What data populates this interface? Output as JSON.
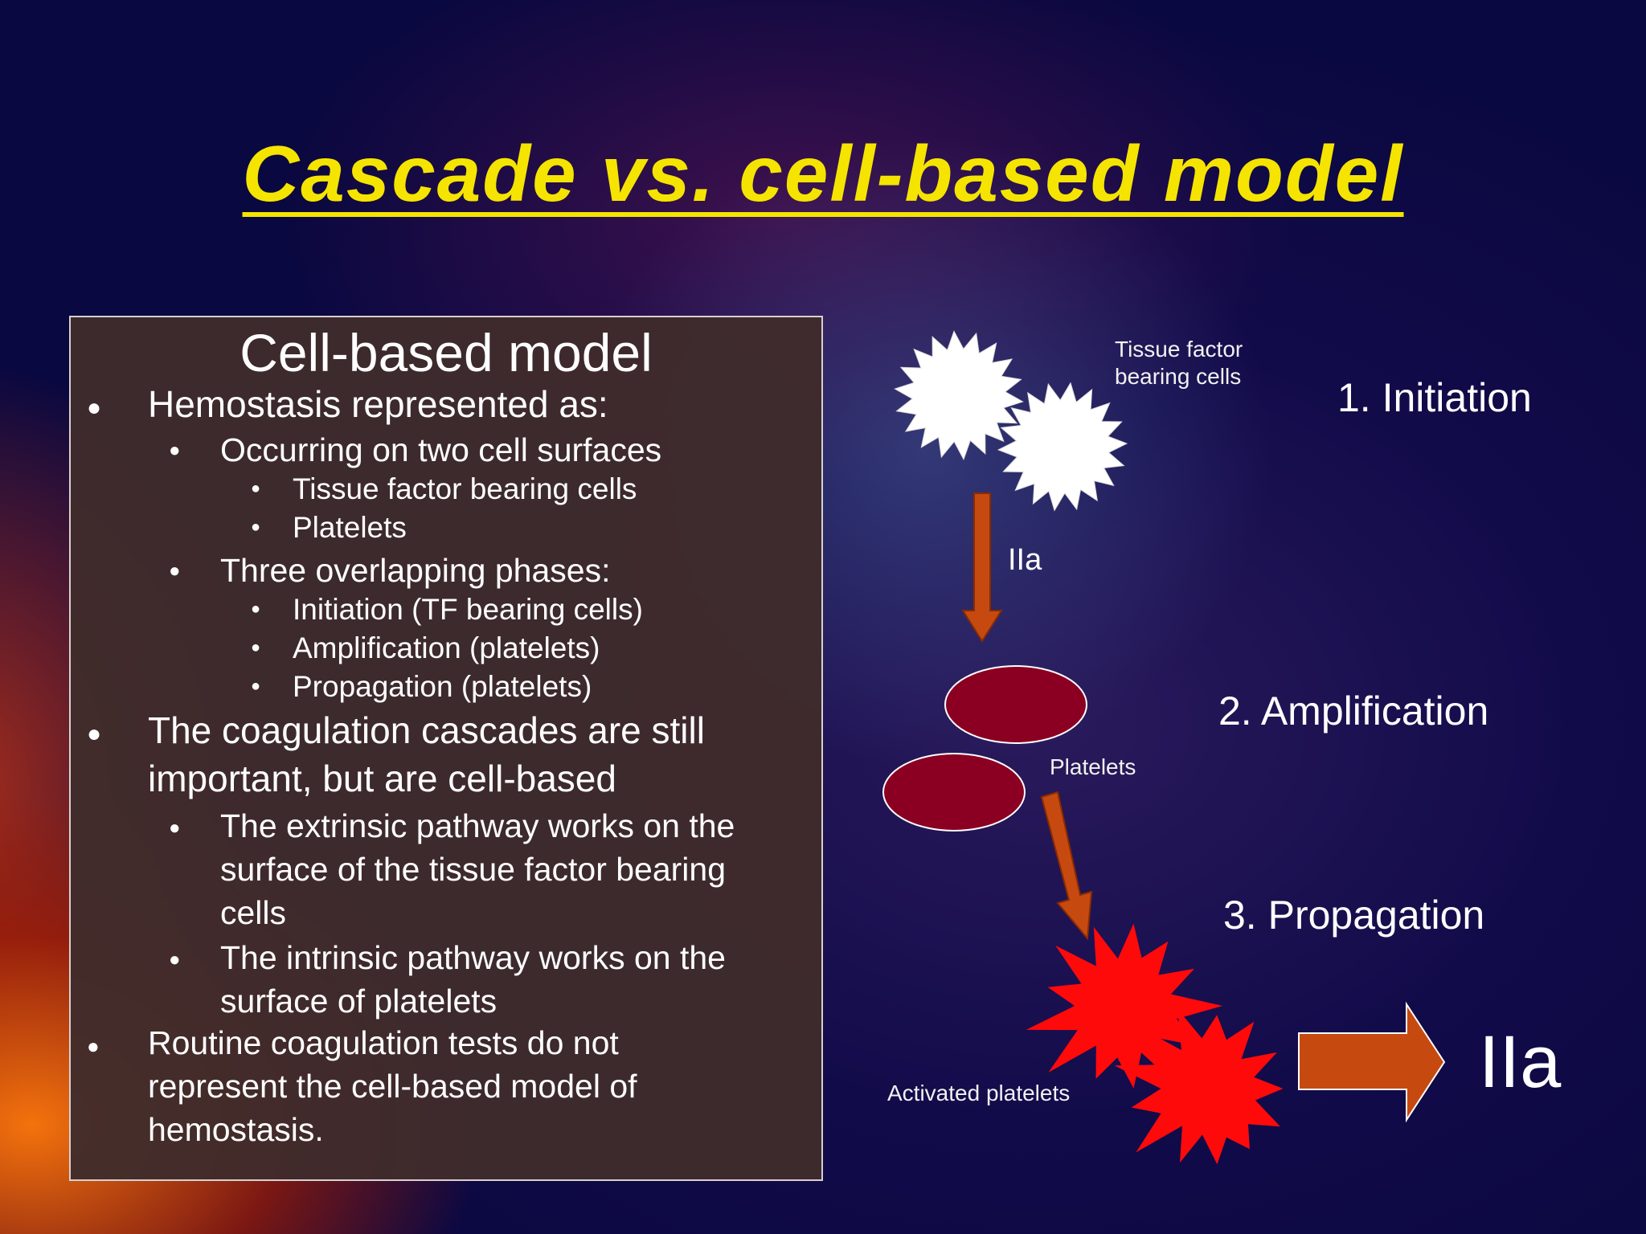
{
  "slide": {
    "title": "Cascade vs. cell-based model"
  },
  "textbox": {
    "heading": "Cell-based model",
    "items": [
      {
        "text": "Hemostasis represented as:"
      },
      {
        "text": "Occurring on two cell surfaces"
      },
      {
        "text": "Tissue factor bearing cells"
      },
      {
        "text": "Platelets"
      },
      {
        "text": "Three overlapping phases:"
      },
      {
        "text": "Initiation (TF bearing cells)"
      },
      {
        "text": "Amplification (platelets)"
      },
      {
        "text": "Propagation (platelets)"
      },
      {
        "lines": [
          "The coagulation cascades are still",
          "important, but are cell-based"
        ]
      },
      {
        "lines": [
          "The extrinsic pathway works on the",
          "surface of the tissue factor bearing",
          "cells"
        ]
      },
      {
        "lines": [
          "The intrinsic pathway works on the",
          "surface of platelets"
        ]
      },
      {
        "lines": [
          "Routine coagulation tests do not",
          "represent the cell-based model of",
          "hemostasis."
        ]
      }
    ]
  },
  "diagram": {
    "tf_label": [
      "Tissue factor",
      "bearing cells"
    ],
    "arrow1_label": "IIa",
    "platelets_label": "Platelets",
    "activated_label": "Activated platelets",
    "output_label": "IIa",
    "phases": [
      "1. Initiation",
      "2. Amplification",
      "3. Propagation"
    ],
    "colors": {
      "tf_cell": "#ffffff",
      "platelet_fill": "#8b0022",
      "activated_platelet": "#ff0a0a",
      "arrow": "#c64a10",
      "title": "#f5e400"
    }
  }
}
